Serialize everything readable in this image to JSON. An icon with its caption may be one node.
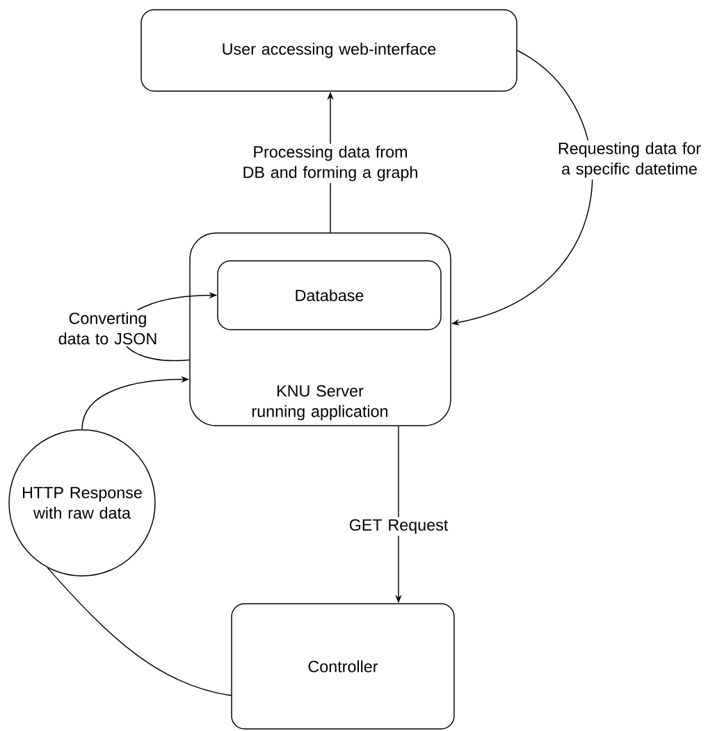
{
  "diagram": {
    "nodes": [
      {
        "text": [
          "User accessing web-interface"
        ]
      },
      {
        "text": [
          "KNU Server running application"
        ]
      },
      {
        "text": [
          "Database"
        ],
        "in": 1
      },
      {
        "text": [
          "Controller"
        ]
      },
      {
        "text": [
          "HTTP Response with raw data"
        ]
      }
    ],
    "edges": [
      {
        "from": 1,
        "to": 0,
        "arrow": "to",
        "label": "Processing data from DB and forming a graph"
      },
      {
        "from": 0,
        "to": 1,
        "arrow": "to",
        "label": "Requesting data for a specific datetime"
      },
      {
        "from": 1,
        "to": 2,
        "arrow": "to",
        "label": "Converting data to JSON"
      },
      {
        "from": 1,
        "to": 3,
        "arrow": "to",
        "label": "GET Request"
      },
      {
        "from": 4,
        "to": 1,
        "arrow": "to"
      },
      {
        "from": 3,
        "to": 4,
        "arrow": "none"
      }
    ]
  }
}
